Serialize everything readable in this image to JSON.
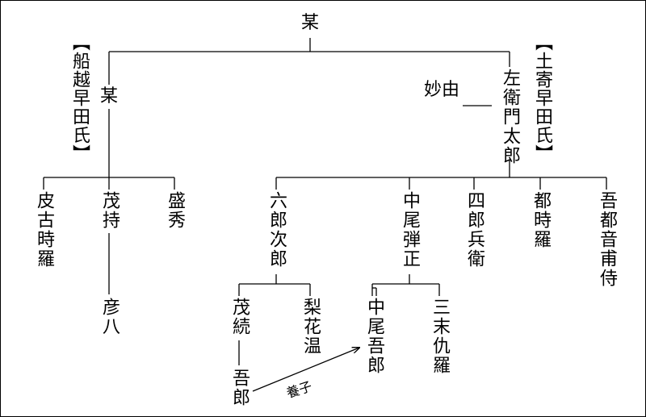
{
  "nodes": {
    "root": "某",
    "funakoshi_head": "某",
    "sayemon": "左衛門太郎",
    "myoyu": "妙由",
    "hifuru": "皮古時羅",
    "shigemochi": "茂持",
    "morihide": "盛秀",
    "hikohachi": "彦八",
    "rokuro": "六郎次郎",
    "nakao_danjo": "中尾弾正",
    "shiro": "四郎兵衛",
    "tojira": "都時羅",
    "otofu": "吾都音甫侍",
    "shigetsugu": "茂続",
    "rikaon": "梨花温",
    "goro": "吾郎",
    "nakao_goro": "中尾吾郎",
    "mimikura": "三末仇羅"
  },
  "clans": {
    "funakoshi": "【船越早田氏】",
    "tsuchiyose": "【土寄早田氏】"
  },
  "adoption_label": "養子"
}
